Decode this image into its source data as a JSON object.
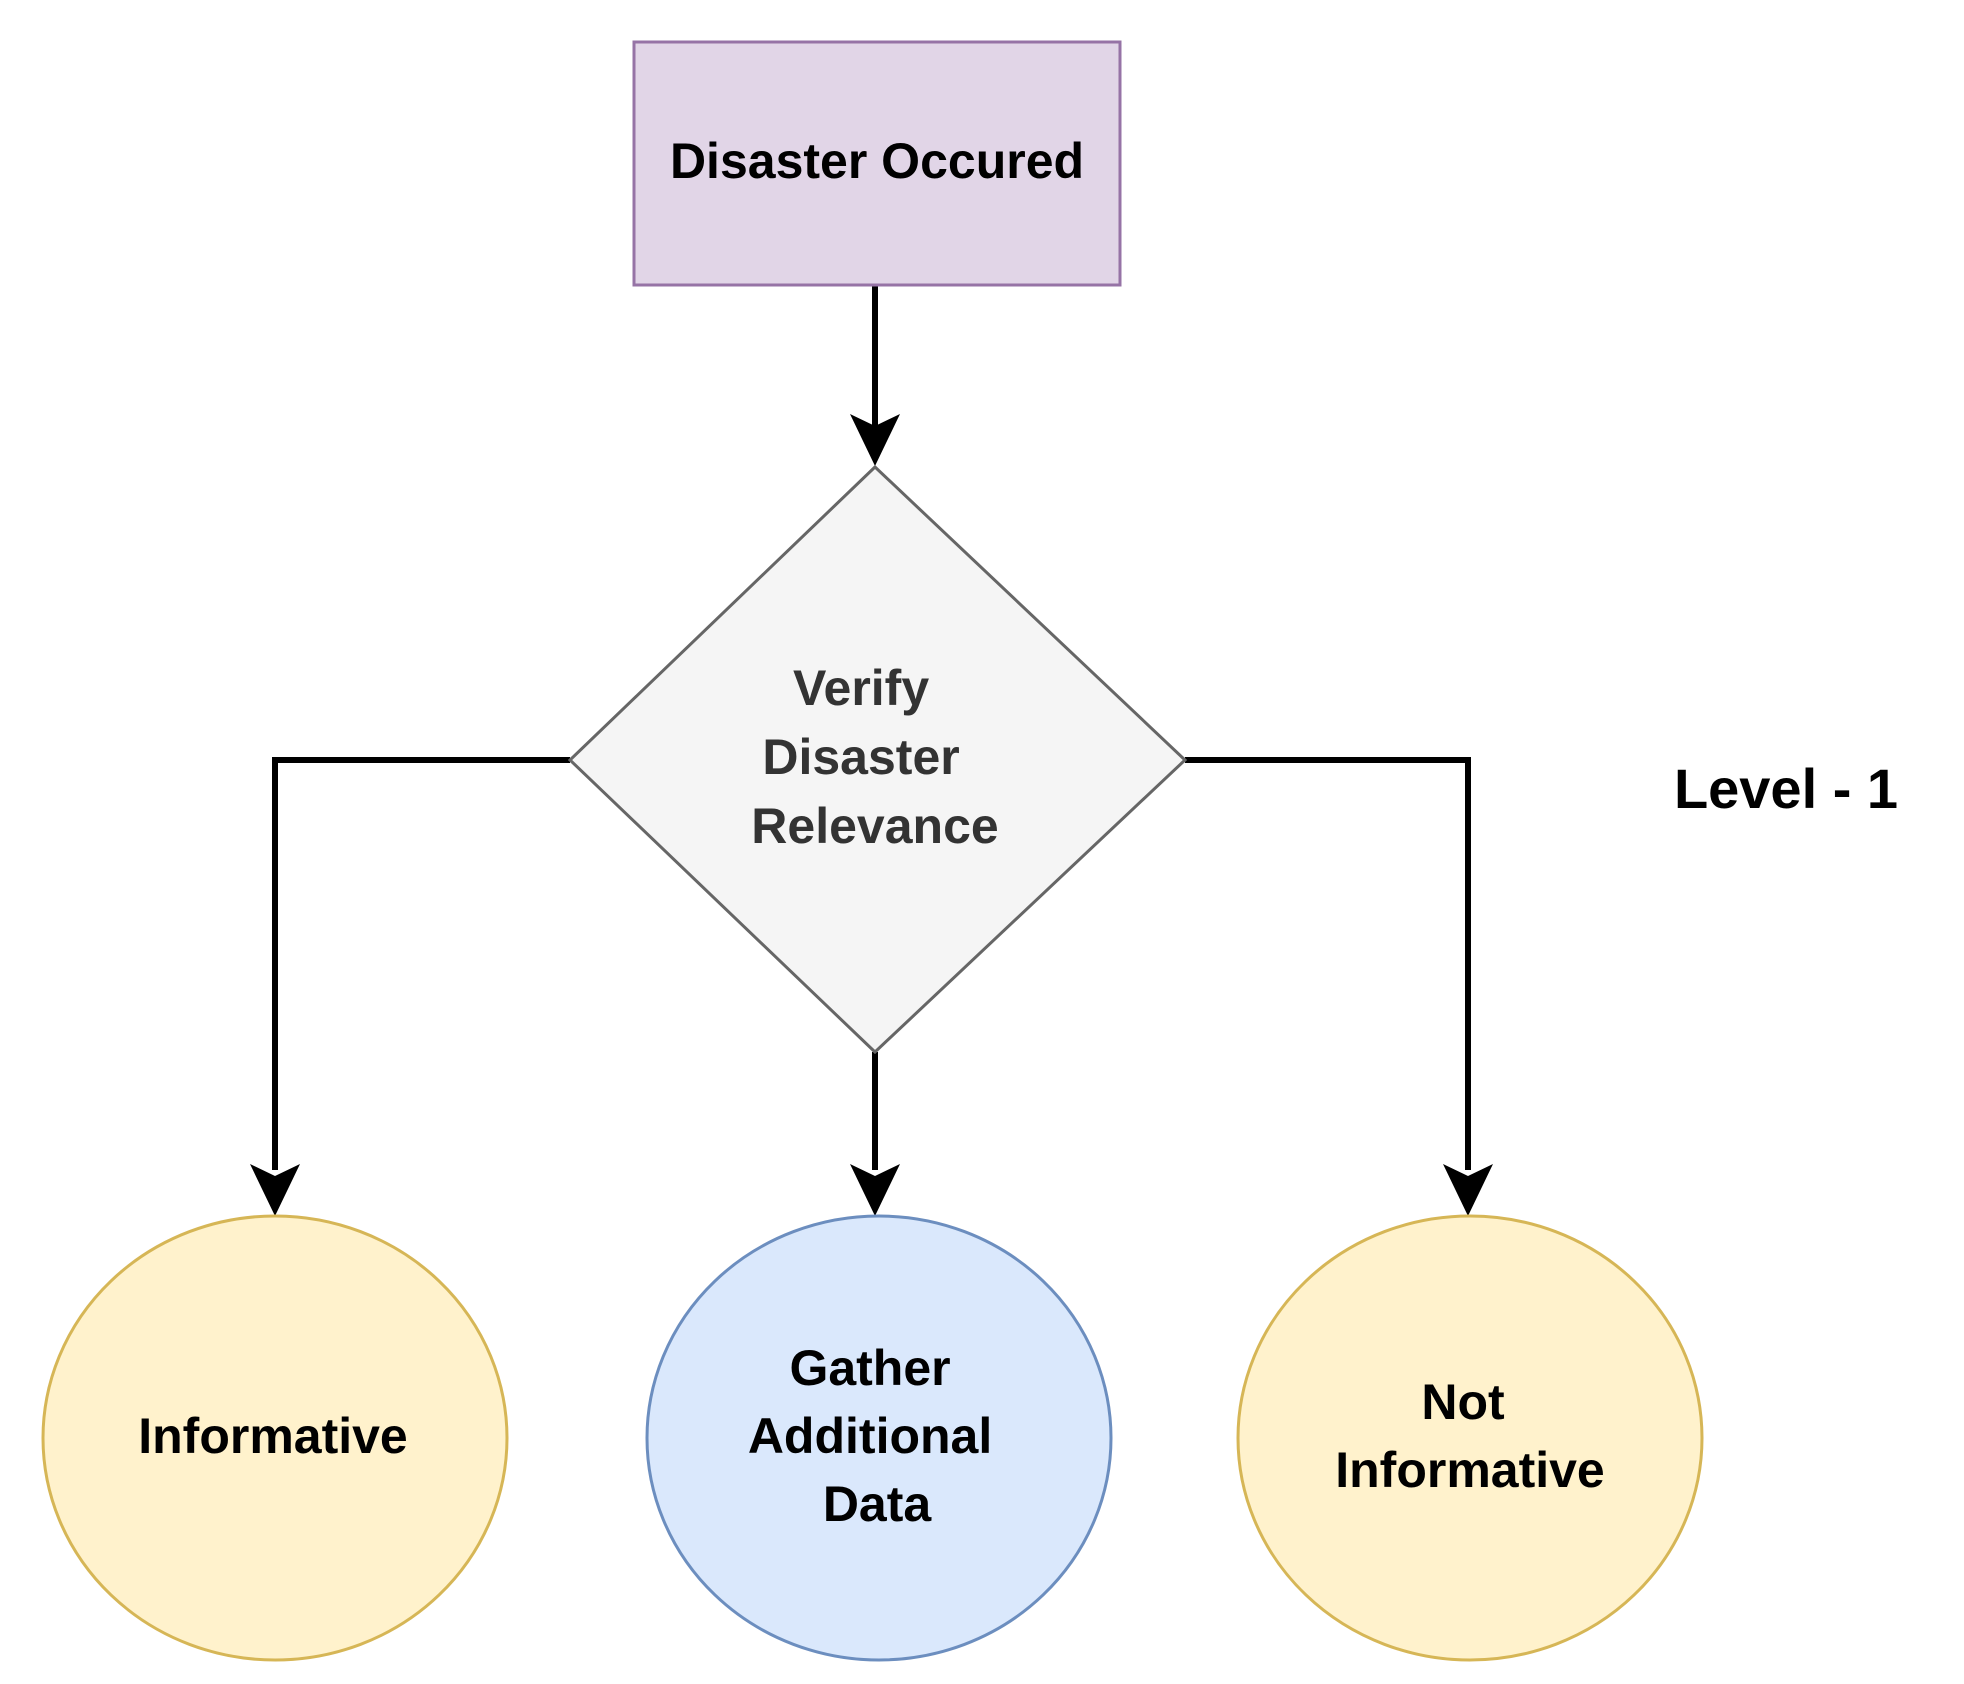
{
  "diagram": {
    "start_node": {
      "label": "Disaster Occured",
      "fill": "#e1d5e7",
      "stroke": "#9673a6"
    },
    "decision_node": {
      "lines": [
        "Verify",
        "Disaster",
        "Relevance"
      ],
      "fill": "#f5f5f5",
      "stroke": "#666666",
      "text_color": "#333333"
    },
    "outcomes": [
      {
        "lines": [
          "Informative"
        ],
        "fill": "#fff2cc",
        "stroke": "#d6b656"
      },
      {
        "lines": [
          "Gather",
          "Additional",
          "Data"
        ],
        "fill": "#dae8fc",
        "stroke": "#6c8ebf"
      },
      {
        "lines": [
          "Not",
          "Informative"
        ],
        "fill": "#fff2cc",
        "stroke": "#d6b656"
      }
    ],
    "level_label": "Level - 1",
    "connector_color": "#000000"
  }
}
